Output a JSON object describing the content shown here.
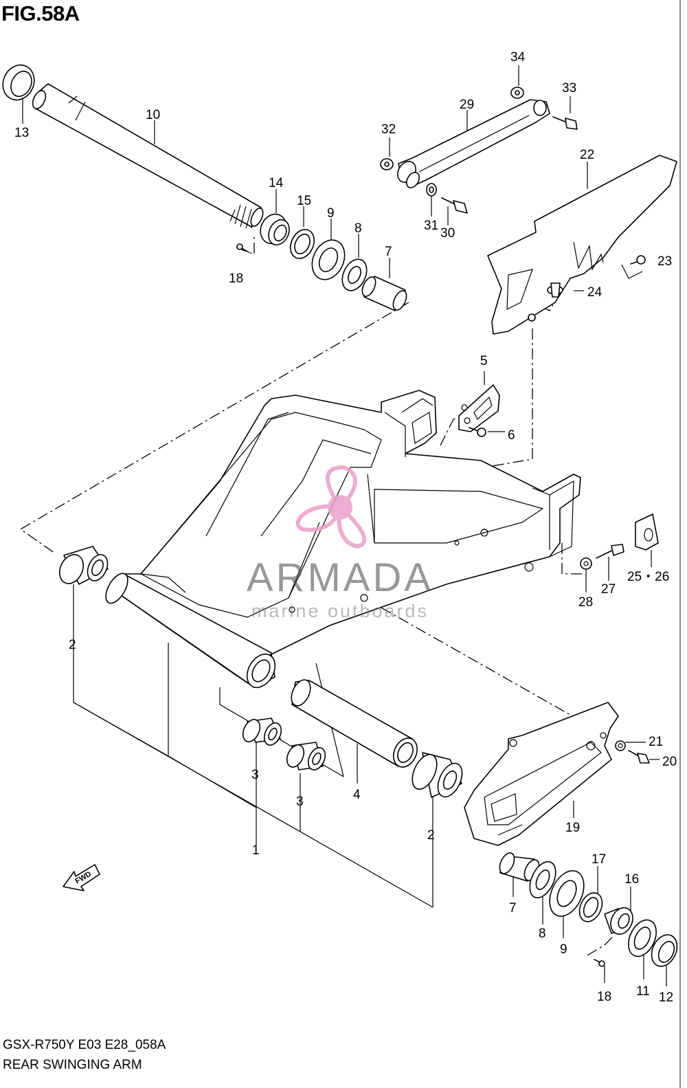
{
  "figure": {
    "title": "FIG.58A",
    "model_code": "GSX-R750Y E03 E28_058A",
    "name": "REAR SWINGING ARM"
  },
  "fwd_label": "FWD",
  "watermark": {
    "brand": "ARMADA",
    "tagline": "marine outboards",
    "color": "#e8a0c8"
  },
  "callouts": {
    "c1": "1",
    "c2a": "2",
    "c2b": "2",
    "c3a": "3",
    "c3b": "3",
    "c4": "4",
    "c5": "5",
    "c6": "6",
    "c7a": "7",
    "c7b": "7",
    "c8a": "8",
    "c8b": "8",
    "c9a": "9",
    "c9b": "9",
    "c10": "10",
    "c11": "11",
    "c12": "12",
    "c13": "13",
    "c14": "14",
    "c15": "15",
    "c16": "16",
    "c17": "17",
    "c18a": "18",
    "c18b": "18",
    "c19": "19",
    "c20": "20",
    "c21": "21",
    "c22": "22",
    "c23": "23",
    "c24": "24",
    "c2526": "25・26",
    "c27": "27",
    "c28": "28",
    "c29": "29",
    "c30": "30",
    "c31": "31",
    "c32": "32",
    "c33": "33",
    "c34": "34"
  }
}
